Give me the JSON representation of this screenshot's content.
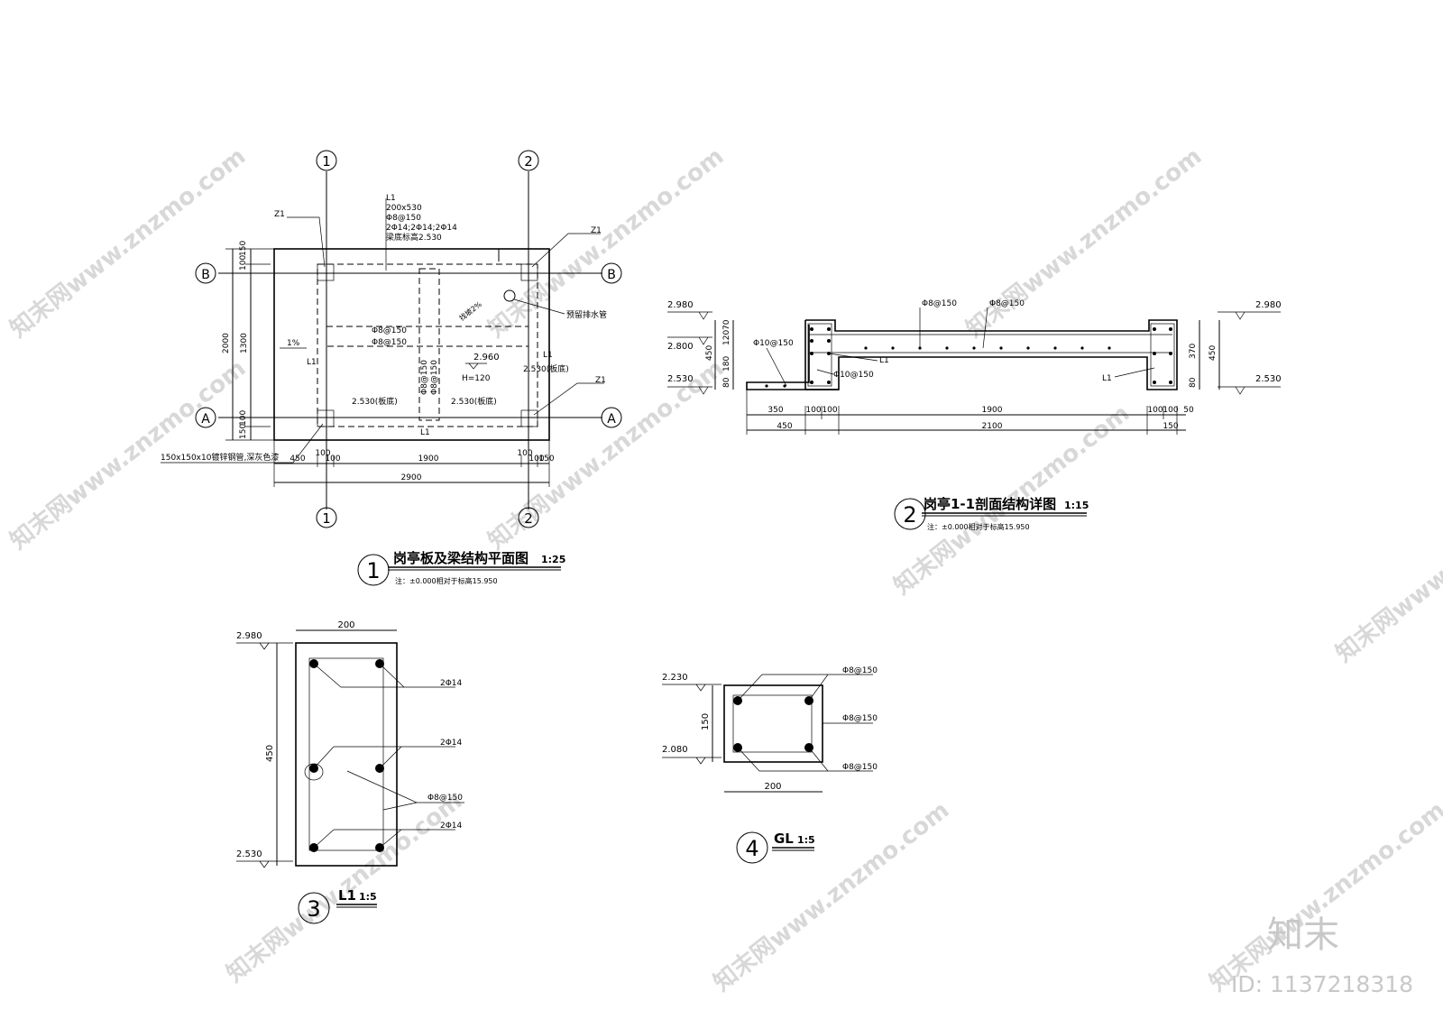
{
  "watermark": {
    "text": "知末网www.znzmo.com"
  },
  "branding": {
    "logo": "知末",
    "id": "ID: 1137218318"
  },
  "drawing1": {
    "number": "1",
    "title": "岗亭板及梁结构平面图",
    "scale": "1:25",
    "note": "注：±0.000相对于标高15.950",
    "axes": {
      "h1": "1",
      "h2": "2",
      "vA": "A",
      "vB": "B"
    },
    "labels": {
      "z1_a": "Z1",
      "z1_b": "Z1",
      "z1_c": "Z1",
      "l1_name": "L1",
      "l1_size": "200x530",
      "l1_stirrup": "Φ8@150",
      "l1_bars": "2Φ14;2Φ14;2Φ14",
      "l1_level": "梁底标高2.530",
      "rebar_h1": "Φ8@150",
      "rebar_h2": "Φ8@150",
      "rebar_v1": "Φ8@150",
      "rebar_v2": "Φ8@150",
      "slope": "找坡2%",
      "drain": "预留排水管",
      "pct": "1%",
      "l1_left": "L1",
      "l1_right": "L1",
      "l1_bottom": "L1",
      "el_2960": "2.960",
      "h120": "H=120",
      "el_2530_a": "2.530(板底)",
      "el_2530_b": "2.530(板底)",
      "el_2530_c": "2.530(板底)",
      "pipe_note": "150x150x10镀锌钢管,深灰色漆"
    },
    "dims_v": [
      "150",
      "100",
      "1300",
      "100",
      "150",
      "2000"
    ],
    "dims_h": [
      "450",
      "100",
      "100",
      "1900",
      "100",
      "100",
      "150",
      "2900"
    ]
  },
  "drawing2": {
    "number": "2",
    "title": "岗亭1-1剖面结构详图",
    "scale": "1:15",
    "note": "注：±0.000相对于标高15.950",
    "labels": {
      "rebar_a": "Φ8@150",
      "rebar_b": "Φ8@150",
      "rebar_c": "Φ10@150",
      "rebar_d": "Φ10@150",
      "l1_a": "L1",
      "l1_b": "L1",
      "el_2980_l": "2.980",
      "el_2800": "2.800",
      "el_2530_l": "2.530",
      "el_2980_r": "2.980",
      "el_2530_r": "2.530"
    },
    "dims_left": [
      "70",
      "120",
      "450",
      "180",
      "80"
    ],
    "dims_right": [
      "370",
      "450",
      "80"
    ],
    "dims_bottom1": [
      "350",
      "100",
      "100",
      "1900",
      "100",
      "100",
      "50"
    ],
    "dims_bottom2": [
      "450",
      "2100",
      "150"
    ]
  },
  "drawing3": {
    "number": "3",
    "title": "L1",
    "scale": "1:5",
    "labels": {
      "width": "200",
      "height": "450",
      "el_top": "2.980",
      "el_bottom": "2.530",
      "bar_top": "2Φ14",
      "bar_mid": "2Φ14",
      "stirrup": "Φ8@150",
      "bar_bot": "2Φ14"
    }
  },
  "drawing4": {
    "number": "4",
    "title": "GL",
    "scale": "1:5",
    "labels": {
      "width": "200",
      "height": "150",
      "el_top": "2.230",
      "el_bottom": "2.080",
      "r1": "Φ8@150",
      "r2": "Φ8@150",
      "r3": "Φ8@150"
    }
  }
}
